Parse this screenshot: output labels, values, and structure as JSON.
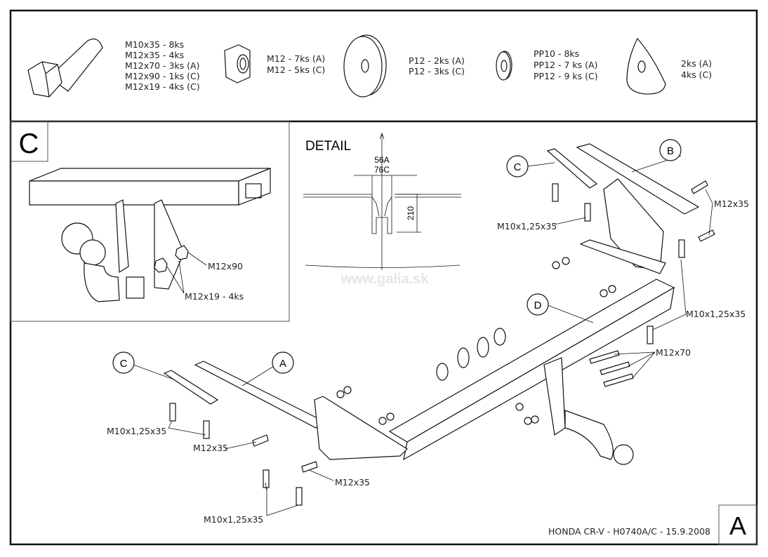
{
  "parts": {
    "bolts": [
      "M10x35 - 8ks",
      "M12x35 - 4ks",
      "M12x70 - 3ks (A)",
      "M12x90 - 1ks (C)",
      "M12x19 - 4ks (C)"
    ],
    "nuts": [
      "M12 - 7ks (A)",
      "M12 - 5ks (C)"
    ],
    "large_washers": [
      "P12 - 2ks (A)",
      "P12 - 3ks (C)"
    ],
    "small_washers": [
      "PP10 - 8ks",
      "PP12 - 7 ks (A)",
      "PP12 - 9 ks (C)"
    ],
    "spacers": [
      "2ks (A)",
      "4ks (C)"
    ]
  },
  "detail_c": {
    "corner_label": "C",
    "callouts": [
      "M12x90",
      "M12x19 - 4ks"
    ]
  },
  "detail": {
    "title": "DETAIL",
    "width_a": "56A",
    "width_c": "76C",
    "height": "210"
  },
  "watermark": "www.galia.sk",
  "main": {
    "circle_labels": [
      "C",
      "B",
      "D",
      "C",
      "A"
    ],
    "callouts": [
      "M12x35",
      "M10x1,25x35",
      "M10x1,25x35",
      "M12x70",
      "M10x1,25x35",
      "M12x35",
      "M12x35",
      "M10x1,25x35"
    ]
  },
  "footer": {
    "title": "HONDA CR-V - H0740A/C - 15.9.2008",
    "version_letter": "A"
  }
}
